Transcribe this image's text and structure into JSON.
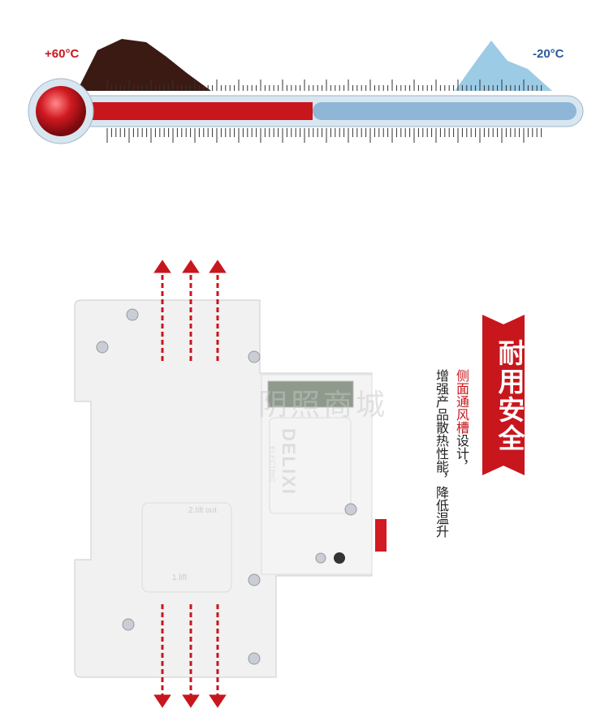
{
  "thermometer": {
    "max_label": "+60°C",
    "min_label": "-20°C",
    "fill_fraction": 0.45,
    "hot_color": "#c8161d",
    "cold_color": "#8fb6d6"
  },
  "product": {
    "brand": "DELIXI",
    "brand_sub": "ELECTRIC",
    "step1": "1.lift",
    "step2": "2.tilt out",
    "watermark": "阴照商城"
  },
  "feature": {
    "title": "耐用安全",
    "highlight": "侧面通风槽",
    "line1_rest": "设计，",
    "line2": "增强产品散热性能，降低温升"
  }
}
